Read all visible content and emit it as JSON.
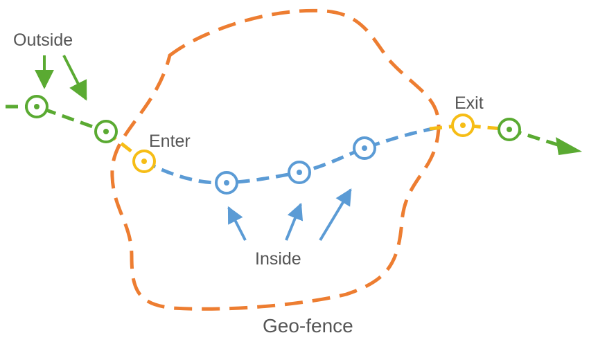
{
  "labels": {
    "outside": "Outside",
    "enter": "Enter",
    "exit": "Exit",
    "inside": "Inside",
    "geofence": "Geo-fence"
  },
  "colors": {
    "outside": "#5aaa32",
    "transition": "#f6bd16",
    "inside": "#5b9bd5",
    "fence": "#ed7d31",
    "text": "#555555"
  },
  "icons": {
    "point": "target-point-icon",
    "direction": "arrow-right-icon"
  }
}
